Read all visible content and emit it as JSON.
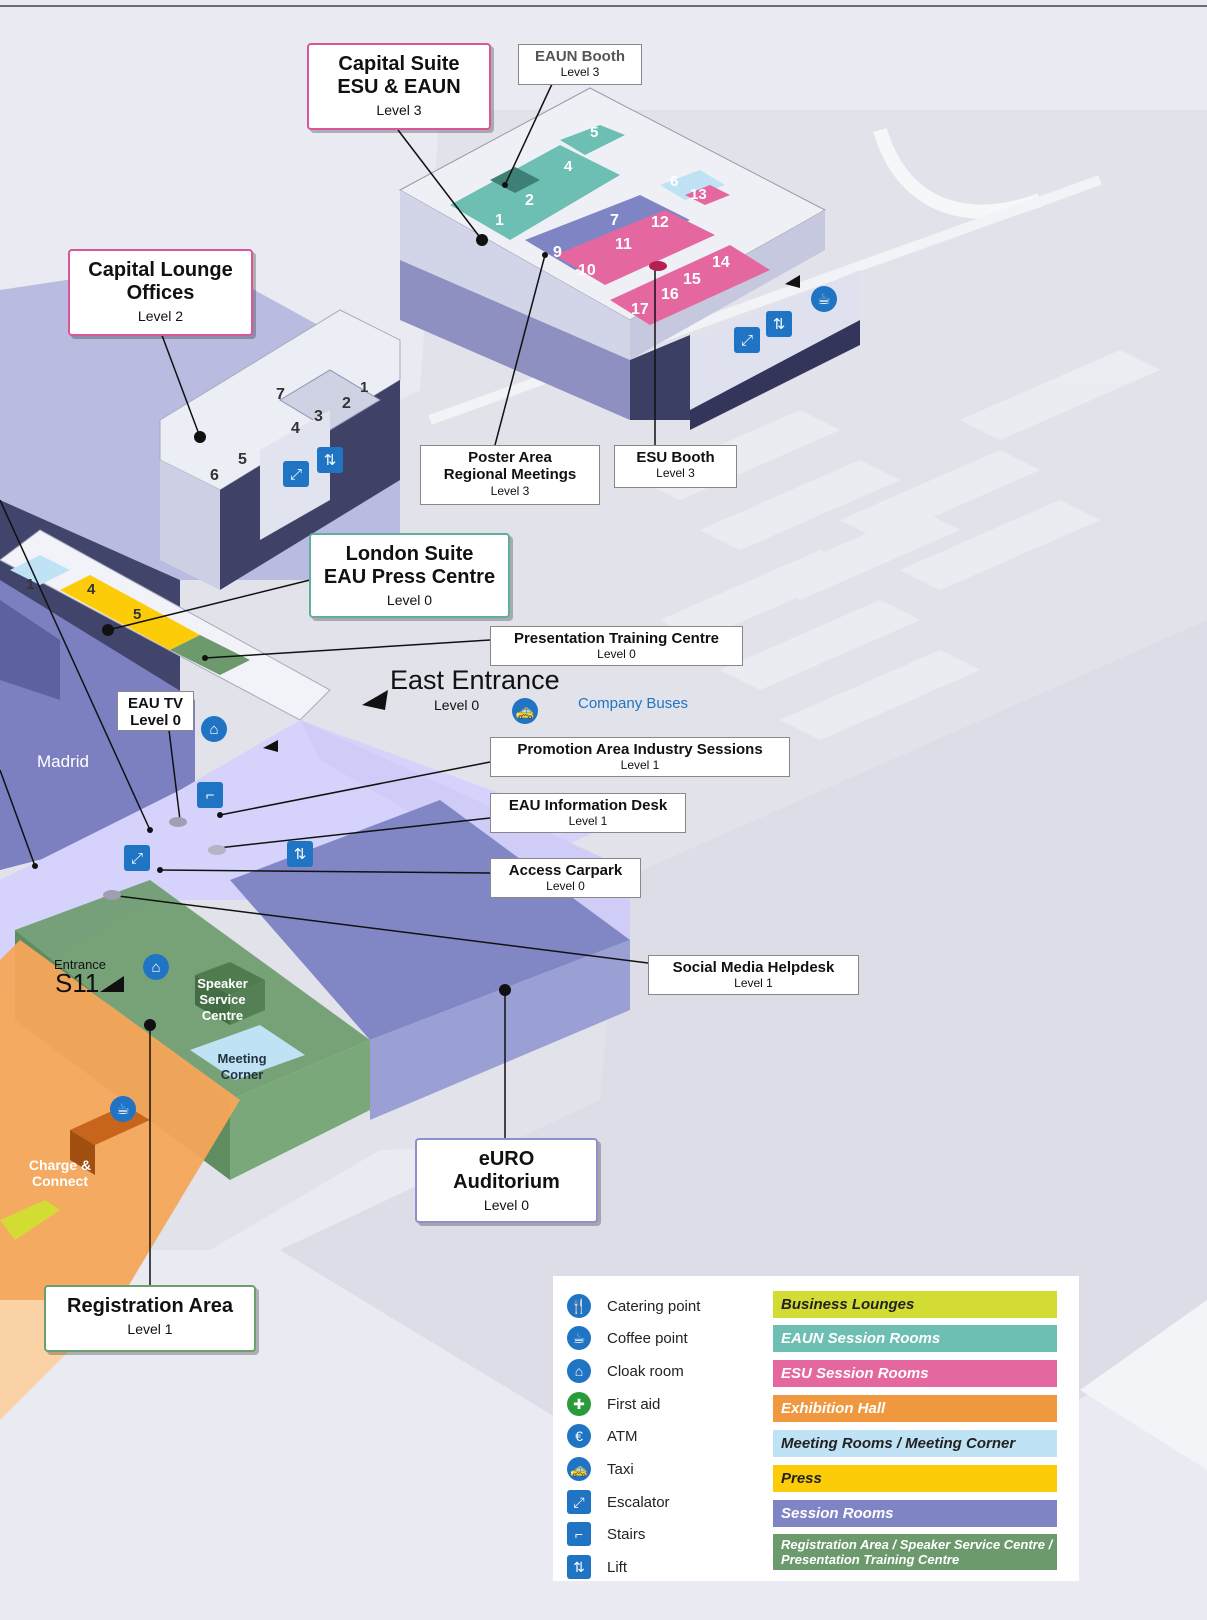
{
  "colors": {
    "business_lounges": "#d2dc32",
    "eaun_session": "#6dbfb4",
    "esu_session": "#e4679f",
    "exhibition": "#f0983f",
    "meeting_rooms": "#bfe3f4",
    "press": "#fdcc08",
    "session_rooms": "#7f84c5",
    "registration": "#6c9a6c",
    "icon_blue": "#1f74c3"
  },
  "map": {
    "capital_suite": {
      "title_line1": "Capital Suite",
      "title_line2": "ESU & EAUN",
      "level": "Level 3"
    },
    "eaun_booth": {
      "title": "EAUN Booth",
      "level": "Level 3"
    },
    "capital_lounge": {
      "title_line1": "Capital Lounge",
      "title_line2": "Offices",
      "level": "Level 2"
    },
    "poster_area": {
      "title_line1": "Poster Area",
      "title_line2": "Regional Meetings",
      "level": "Level 3"
    },
    "esu_booth": {
      "title": "ESU Booth",
      "level": "Level 3"
    },
    "london_suite": {
      "title_line1": "London Suite",
      "title_line2": "EAU Press Centre",
      "level": "Level 0"
    },
    "presentation_training": {
      "title": "Presentation Training Centre",
      "level": "Level 0"
    },
    "east_entrance": {
      "title": "East Entrance",
      "level": "Level 0"
    },
    "company_buses": "Company Buses",
    "eau_tv": {
      "title_line1": "EAU TV",
      "title_line2": "Level 0"
    },
    "promotion_area": {
      "title": "Promotion Area Industry  Sessions",
      "level": "Level 1"
    },
    "info_desk": {
      "title": "EAU Information Desk",
      "level": "Level 1"
    },
    "access_carpark": {
      "title": "Access Carpark",
      "level": "Level 0"
    },
    "social_media": {
      "title": "Social Media Helpdesk",
      "level": "Level 1"
    },
    "madrid": "Madrid",
    "entrance_small": "Entrance",
    "entrance_code": "S11",
    "speaker_service": {
      "line1": "Speaker",
      "line2": "Service",
      "line3": "Centre"
    },
    "meeting_corner": {
      "line1": "Meeting",
      "line2": "Corner"
    },
    "charge_connect": {
      "line1": "Charge &",
      "line2": "Connect"
    },
    "euro_auditorium": {
      "title_line1": "eURO",
      "title_line2": "Auditorium",
      "level": "Level 0"
    },
    "registration": {
      "title": "Registration Area",
      "level": "Level 1"
    },
    "room_numbers": {
      "r1": "1",
      "r2": "2",
      "r4": "4",
      "r5": "5",
      "r6": "6",
      "r7": "7",
      "r9": "9",
      "r10": "10",
      "r11": "11",
      "r12": "12",
      "r13": "13",
      "r14": "14",
      "r15": "15",
      "r16": "16",
      "r17": "17",
      "c1": "1",
      "c2": "2",
      "c3": "3",
      "c4": "4",
      "c5": "5",
      "c6": "6",
      "c7": "7",
      "l1": "1",
      "l4": "4",
      "l5": "5"
    }
  },
  "legend": {
    "icons": [
      {
        "icon": "catering-icon",
        "glyph": "🍴",
        "label": "Catering point"
      },
      {
        "icon": "coffee-icon",
        "glyph": "☕",
        "label": "Coffee point"
      },
      {
        "icon": "cloak-room-icon",
        "glyph": "⌂",
        "label": "Cloak room"
      },
      {
        "icon": "first-aid-icon",
        "glyph": "✚",
        "label": "First aid"
      },
      {
        "icon": "atm-icon",
        "glyph": "€",
        "label": "ATM"
      },
      {
        "icon": "taxi-icon",
        "glyph": "🚕",
        "label": "Taxi"
      },
      {
        "icon": "escalator-icon",
        "glyph": "⤢",
        "label": "Escalator"
      },
      {
        "icon": "stairs-icon",
        "glyph": "⌐",
        "label": "Stairs"
      },
      {
        "icon": "lift-icon",
        "glyph": "⇅",
        "label": "Lift"
      }
    ],
    "categories": [
      {
        "label": "Business Lounges",
        "color": "#d2dc32"
      },
      {
        "label": "EAUN Session Rooms",
        "color": "#6dbfb4"
      },
      {
        "label": "ESU Session Rooms",
        "color": "#e4679f"
      },
      {
        "label": "Exhibition Hall",
        "color": "#f0983f"
      },
      {
        "label": "Meeting Rooms / Meeting Corner",
        "color": "#bfe3f4"
      },
      {
        "label": "Press",
        "color": "#fdcc08"
      },
      {
        "label": "Session Rooms",
        "color": "#7f84c5"
      },
      {
        "label": "Registration Area / Speaker Service Centre / Presentation Training Centre",
        "color": "#6c9a6c"
      }
    ]
  }
}
